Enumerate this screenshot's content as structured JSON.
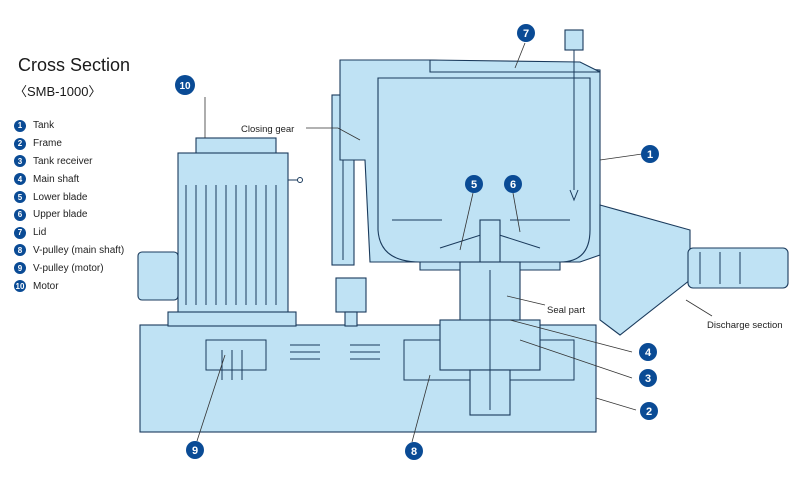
{
  "title": "Cross Section",
  "model": "〈SMB-1000〉",
  "legend": [
    {
      "num": "1",
      "label": "Tank"
    },
    {
      "num": "2",
      "label": "Frame"
    },
    {
      "num": "3",
      "label": "Tank receiver"
    },
    {
      "num": "4",
      "label": "Main shaft"
    },
    {
      "num": "5",
      "label": "Lower blade"
    },
    {
      "num": "6",
      "label": "Upper blade"
    },
    {
      "num": "7",
      "label": "Lid"
    },
    {
      "num": "8",
      "label": "V-pulley (main shaft)"
    },
    {
      "num": "9",
      "label": "V-pulley (motor)"
    },
    {
      "num": "10",
      "label": "Motor"
    }
  ],
  "callouts": {
    "closing_gear": "Closing gear",
    "seal_part": "Seal part",
    "discharge_section": "Discharge section"
  },
  "markers": [
    "1",
    "2",
    "3",
    "4",
    "5",
    "6",
    "7",
    "8",
    "9",
    "10"
  ],
  "colors": {
    "machine_fill": "#bfe2f4",
    "outline": "#1a3a5c",
    "marker": "#0a4b95"
  }
}
